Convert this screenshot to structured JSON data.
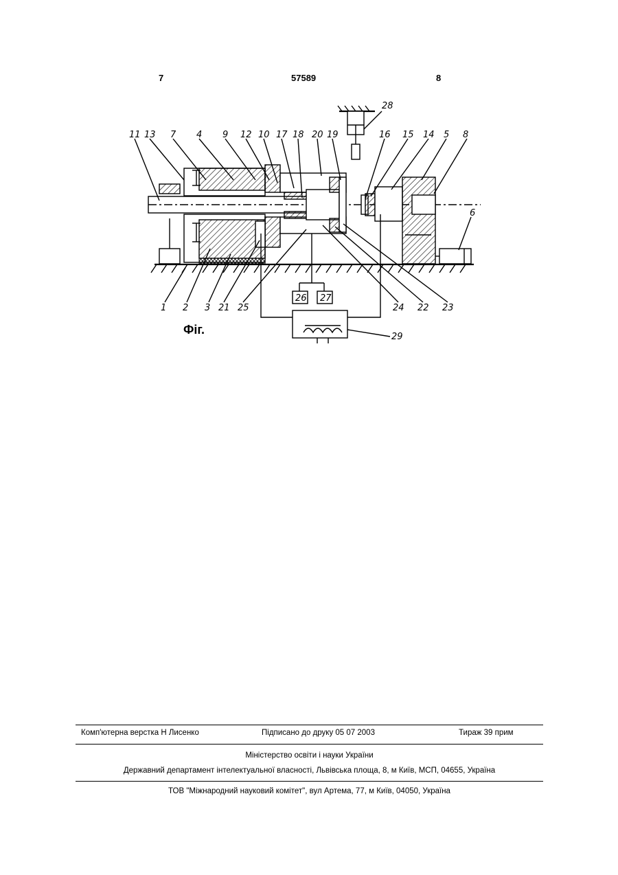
{
  "header": {
    "left_page": "7",
    "patent_number": "57589",
    "right_page": "8"
  },
  "figure": {
    "caption": "Фіг.",
    "labels": [
      "11",
      "13",
      "7",
      "4",
      "9",
      "12",
      "10",
      "17",
      "18",
      "20",
      "19",
      "16",
      "15",
      "14",
      "5",
      "8",
      "28",
      "6",
      "1",
      "2",
      "3",
      "21",
      "25",
      "26",
      "27",
      "24",
      "22",
      "23",
      "29"
    ]
  },
  "footer": {
    "typesetting": "Комп'ютерна верстка Н Лисенко",
    "signed": "Підписано до друку 05 07 2003",
    "print_run": "Тираж 39 прим",
    "ministry": "Міністерство освіти і науки України",
    "department": "Державний департамент інтелектуальної власності, Львівська площа, 8, м  Київ, МСП, 04655, Україна",
    "publisher": "ТОВ \"Міжнародний науковий комітет\", вул  Артема, 77, м  Київ, 04050, Україна"
  }
}
